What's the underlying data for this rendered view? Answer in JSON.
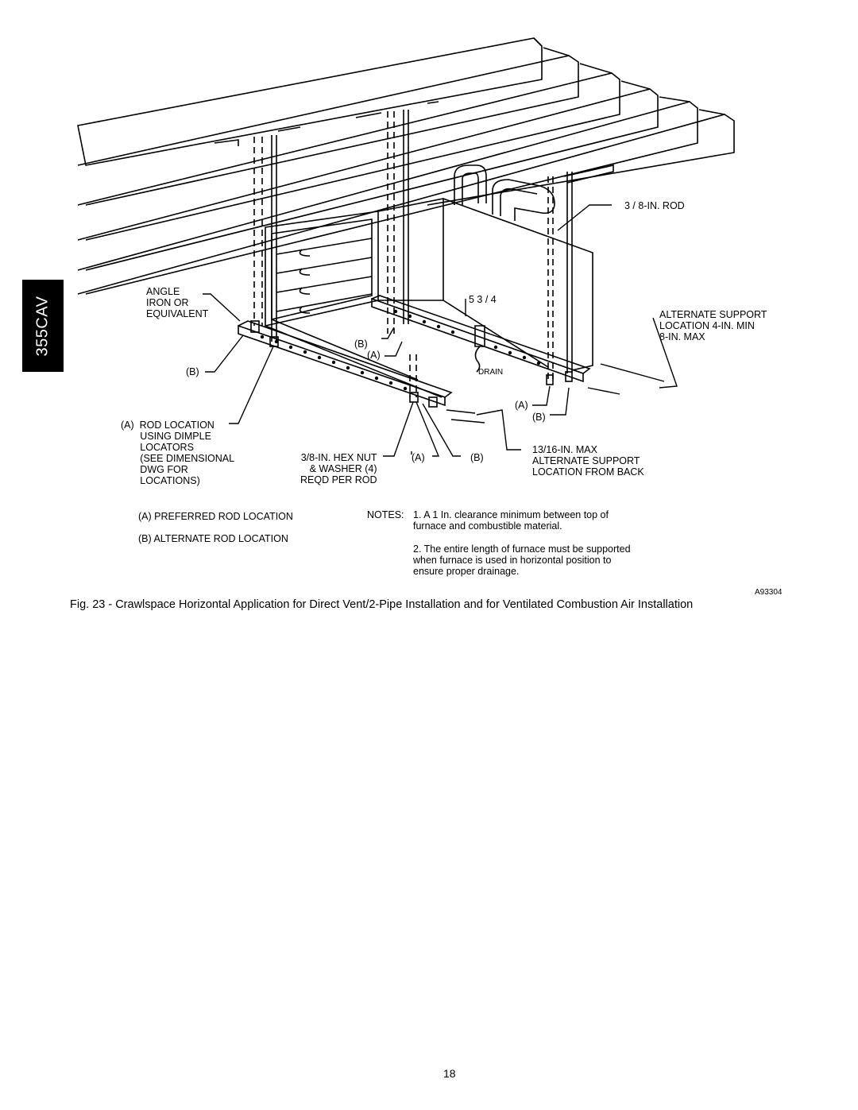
{
  "side_tab": "355CAV",
  "labels": {
    "rod_size": "3 / 8-IN. ROD",
    "angle_iron": "ANGLE\nIRON OR\nEQUIVALENT",
    "dim_5_3_4": "5 3 / 4",
    "alt_support_side": "ALTERNATE SUPPORT\nLOCATION 4-IN. MIN\n8-IN. MAX",
    "b_center": "(B)",
    "a_center": "(A)",
    "drain": "DRAIN",
    "b_left": "(B)",
    "a_right": "(A)",
    "b_right": "(B)",
    "rod_location": "(A)  ROD LOCATION\n       USING DIMPLE\n       LOCATORS\n       (SEE DIMENSIONAL\n       DWG FOR\n       LOCATIONS)",
    "hex_nut": "3/8-IN. HEX NUT\n& WASHER (4)\nREQD PER ROD",
    "a_bottom": "(A)",
    "b_bottom": "(B)",
    "alt_support_back": "13/16-IN. MAX\nALTERNATE SUPPORT\nLOCATION FROM BACK"
  },
  "legend": {
    "a": "(A) PREFERRED ROD LOCATION",
    "b": "(B) ALTERNATE ROD LOCATION"
  },
  "notes": {
    "heading": "NOTES:",
    "note1": "1. A 1 In. clearance minimum between top of furnace and combustible material.",
    "note2": "2. The entire length of furnace must be supported when furnace is used in horizontal position to ensure proper drainage."
  },
  "figure_id": "A93304",
  "caption": "Fig. 23 - Crawlspace Horizontal Application for Direct Vent/2-Pipe Installation and for Ventilated Combustion Air Installation",
  "page_number": "18"
}
